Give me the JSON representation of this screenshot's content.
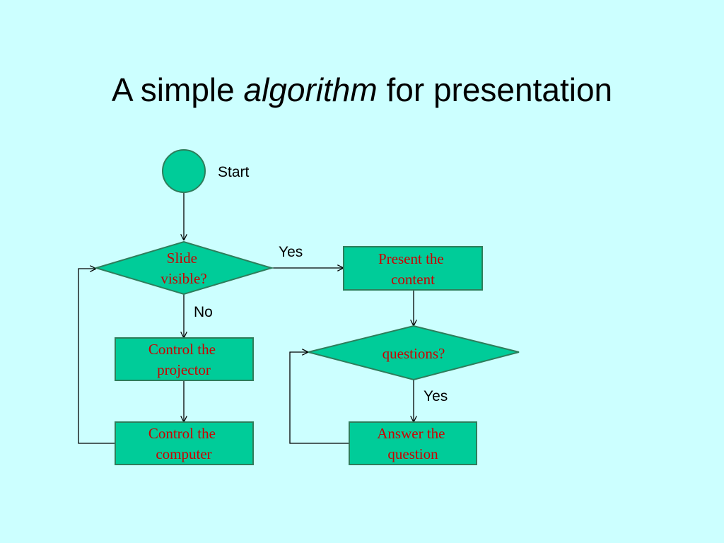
{
  "title": {
    "before": "A simple ",
    "emphasis": "algorithm",
    "after": " for presentation"
  },
  "nodes": {
    "start_label": "Start",
    "slide_visible": [
      "Slide",
      "visible?"
    ],
    "present_content": [
      "Present the",
      "content"
    ],
    "control_projector": [
      "Control the",
      "projector"
    ],
    "control_computer": [
      "Control the",
      "computer"
    ],
    "questions": [
      "questions?"
    ],
    "answer_question": [
      "Answer the",
      "question"
    ]
  },
  "edge_labels": {
    "yes_present": "Yes",
    "no_projector": "No",
    "yes_answer": "Yes"
  },
  "colors": {
    "background": "#ccffff",
    "node_fill": "#00cc99",
    "node_text": "#cc0000"
  }
}
